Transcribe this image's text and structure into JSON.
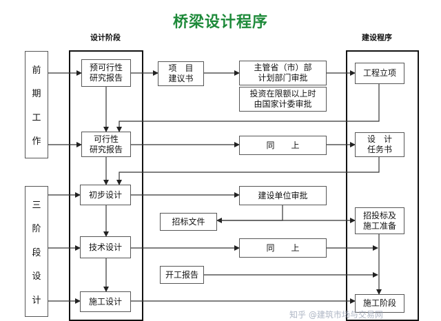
{
  "title": "桥梁设计程序",
  "headers": {
    "design_stage": "设计阶段",
    "build_procedure": "建设程序"
  },
  "left_labels": {
    "early": [
      "前",
      "期",
      "工",
      "作"
    ],
    "three_stage": [
      "三",
      "阶",
      "段",
      "设",
      "计"
    ]
  },
  "nodes": {
    "prefeasibility": "预可行性\n研究报告",
    "project_proposal": "项　目\n建议书",
    "approval_upper": "主管省（市）部\n计划部门审批",
    "approval_lower": "投资在限额以上时\n由国家计委审批",
    "project_setup": "工程立项",
    "feasibility": "可行性\n研究报告",
    "same_1": "同　　上",
    "design_task": "设　计\n任务书",
    "preliminary_design": "初步设计",
    "owner_approval": "建设单位审批",
    "tender_docs": "招标文件",
    "bidding_prep": "招投标及\n施工准备",
    "technical_design": "技术设计",
    "same_2": "同　　上",
    "start_report": "开工报告",
    "construction_design": "施工设计",
    "construction_stage": "施工阶段"
  },
  "watermark": "知乎 @建筑市场与交易网"
}
